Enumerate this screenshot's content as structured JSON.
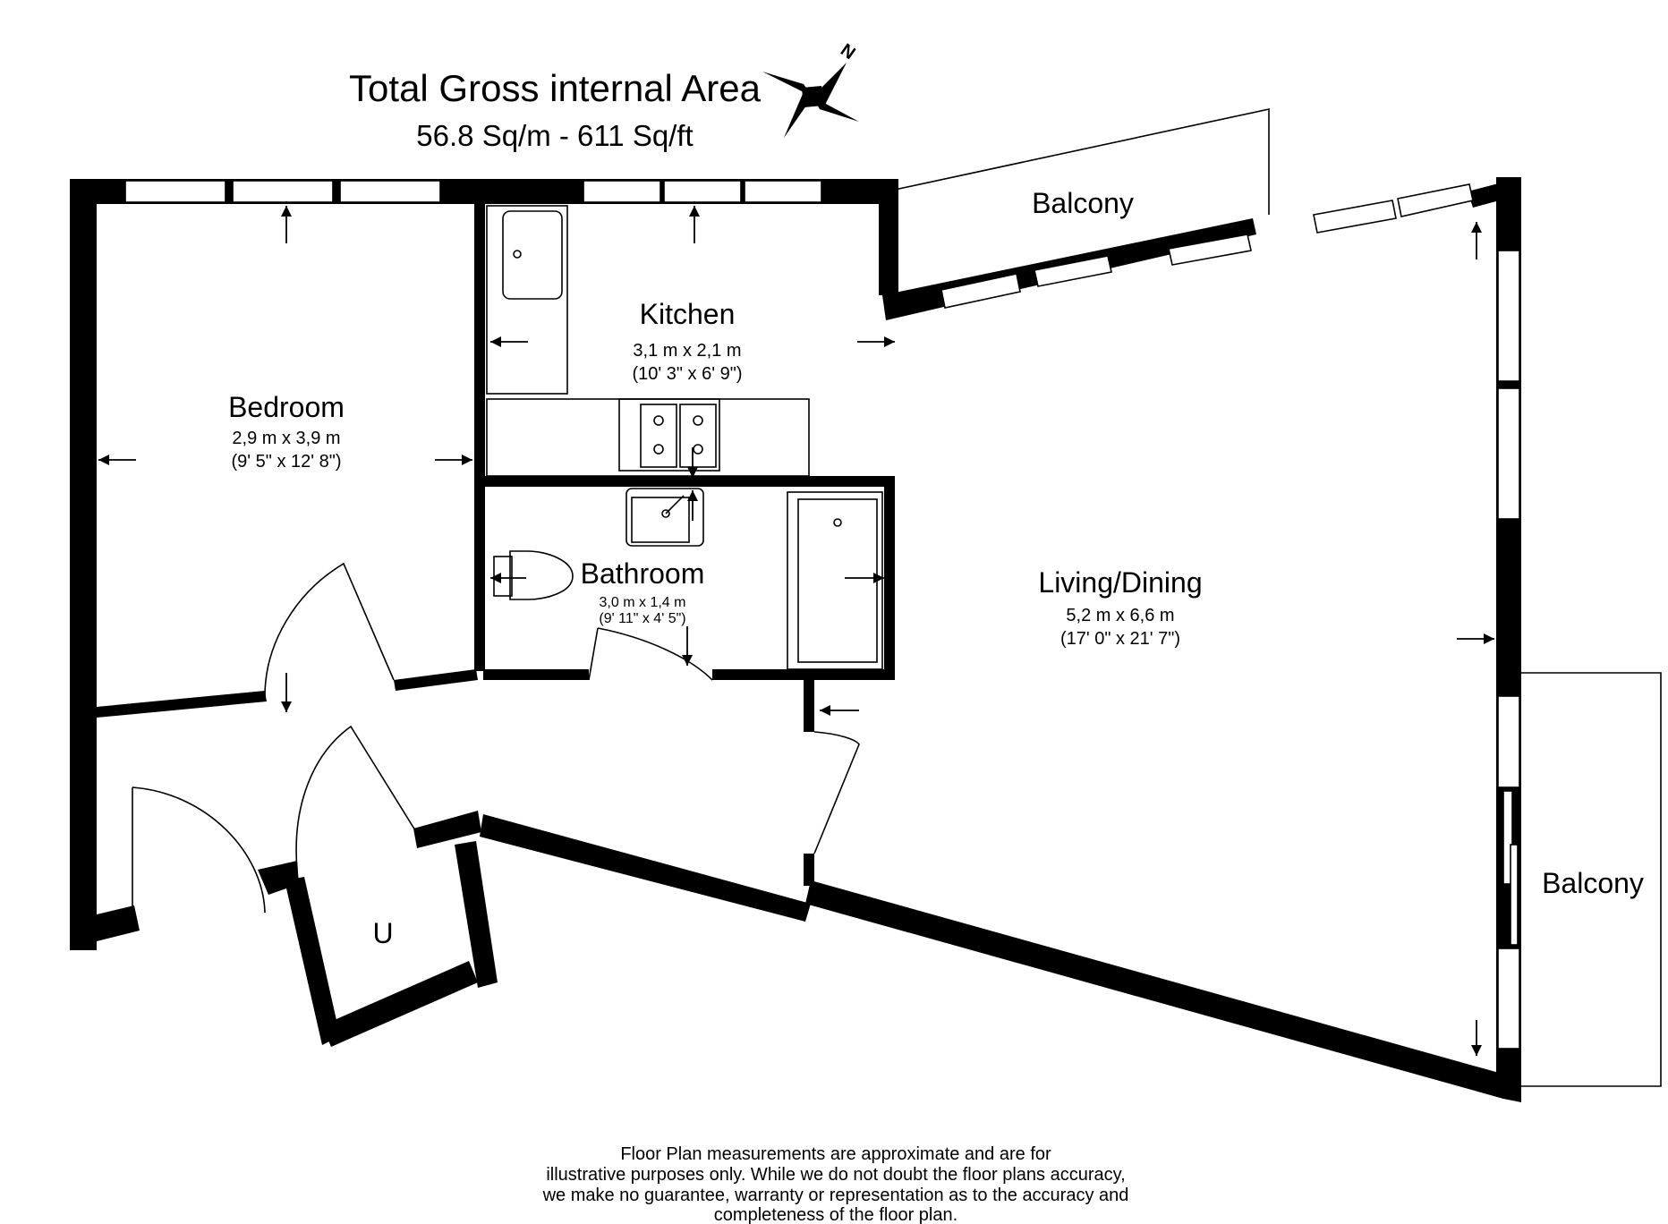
{
  "header": {
    "title": "Total Gross internal Area",
    "area": "56.8 Sq/m - 611 Sq/ft",
    "compass_letter": "N"
  },
  "rooms": {
    "kitchen": {
      "name": "Kitchen",
      "metric": "3,1 m x 2,1 m",
      "imperial": "(10' 3\" x 6' 9\")"
    },
    "bedroom": {
      "name": "Bedroom",
      "metric": "2,9 m x 3,9 m",
      "imperial": "(9' 5\" x 12' 8\")"
    },
    "bathroom": {
      "name": "Bathroom",
      "metric": "3,0 m x 1,4 m",
      "imperial": "(9' 11\" x 4' 5\")"
    },
    "living": {
      "name": "Living/Dining",
      "metric": "5,2 m x 6,6 m",
      "imperial": "(17' 0\" x 21' 7\")"
    },
    "balcony_top": {
      "name": "Balcony"
    },
    "balcony_right": {
      "name": "Balcony"
    },
    "utility": {
      "name": "U"
    }
  },
  "disclaimer": [
    "Floor Plan measurements are approximate and are for",
    "illustrative purposes only.  While we do not doubt the floor plans accuracy,",
    "we make no guarantee, warranty or representation as to the accuracy and",
    "completeness of the floor plan."
  ]
}
